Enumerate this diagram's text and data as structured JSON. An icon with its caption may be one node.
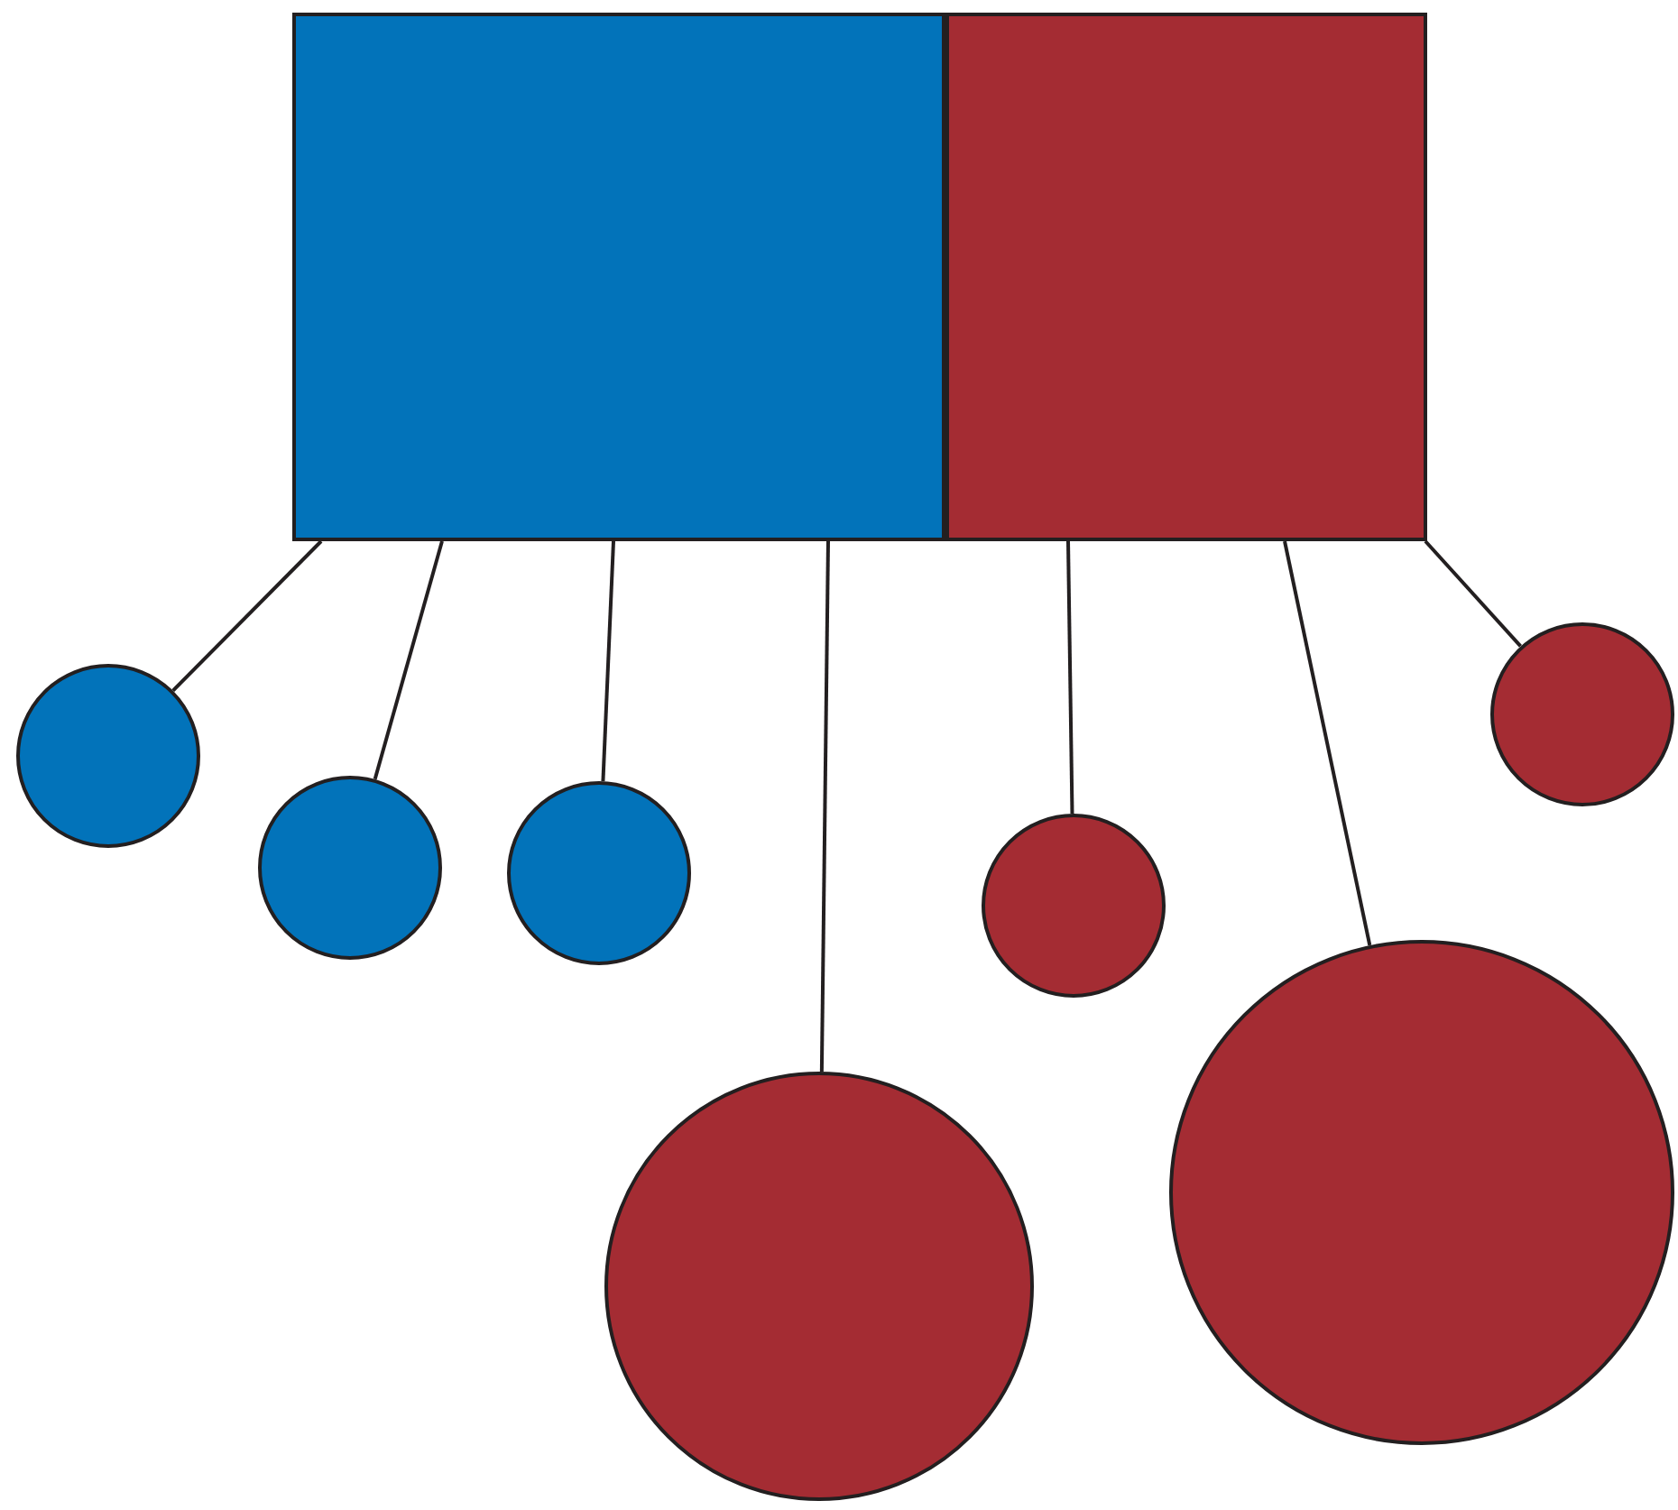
{
  "diagram": {
    "nodes": [
      {
        "text": [],
        "shape": "box"
      },
      {
        "text": [],
        "shape": "box"
      },
      {
        "text": [],
        "shape": "circle"
      },
      {
        "text": [],
        "shape": "circle"
      },
      {
        "text": [],
        "shape": "circle"
      },
      {
        "text": [],
        "shape": "circle"
      },
      {
        "text": [],
        "shape": "circle"
      },
      {
        "text": [],
        "shape": "circle"
      },
      {
        "text": [],
        "shape": "circle"
      }
    ],
    "edges": [
      {
        "from": 0,
        "to": 2,
        "arrow": "none"
      },
      {
        "from": 0,
        "to": 3,
        "arrow": "none"
      },
      {
        "from": 0,
        "to": 4,
        "arrow": "none"
      },
      {
        "from": 0,
        "to": 5,
        "arrow": "none"
      },
      {
        "from": 1,
        "to": 6,
        "arrow": "none"
      },
      {
        "from": 1,
        "to": 7,
        "arrow": "none"
      },
      {
        "from": 1,
        "to": 8,
        "arrow": "none"
      }
    ]
  }
}
